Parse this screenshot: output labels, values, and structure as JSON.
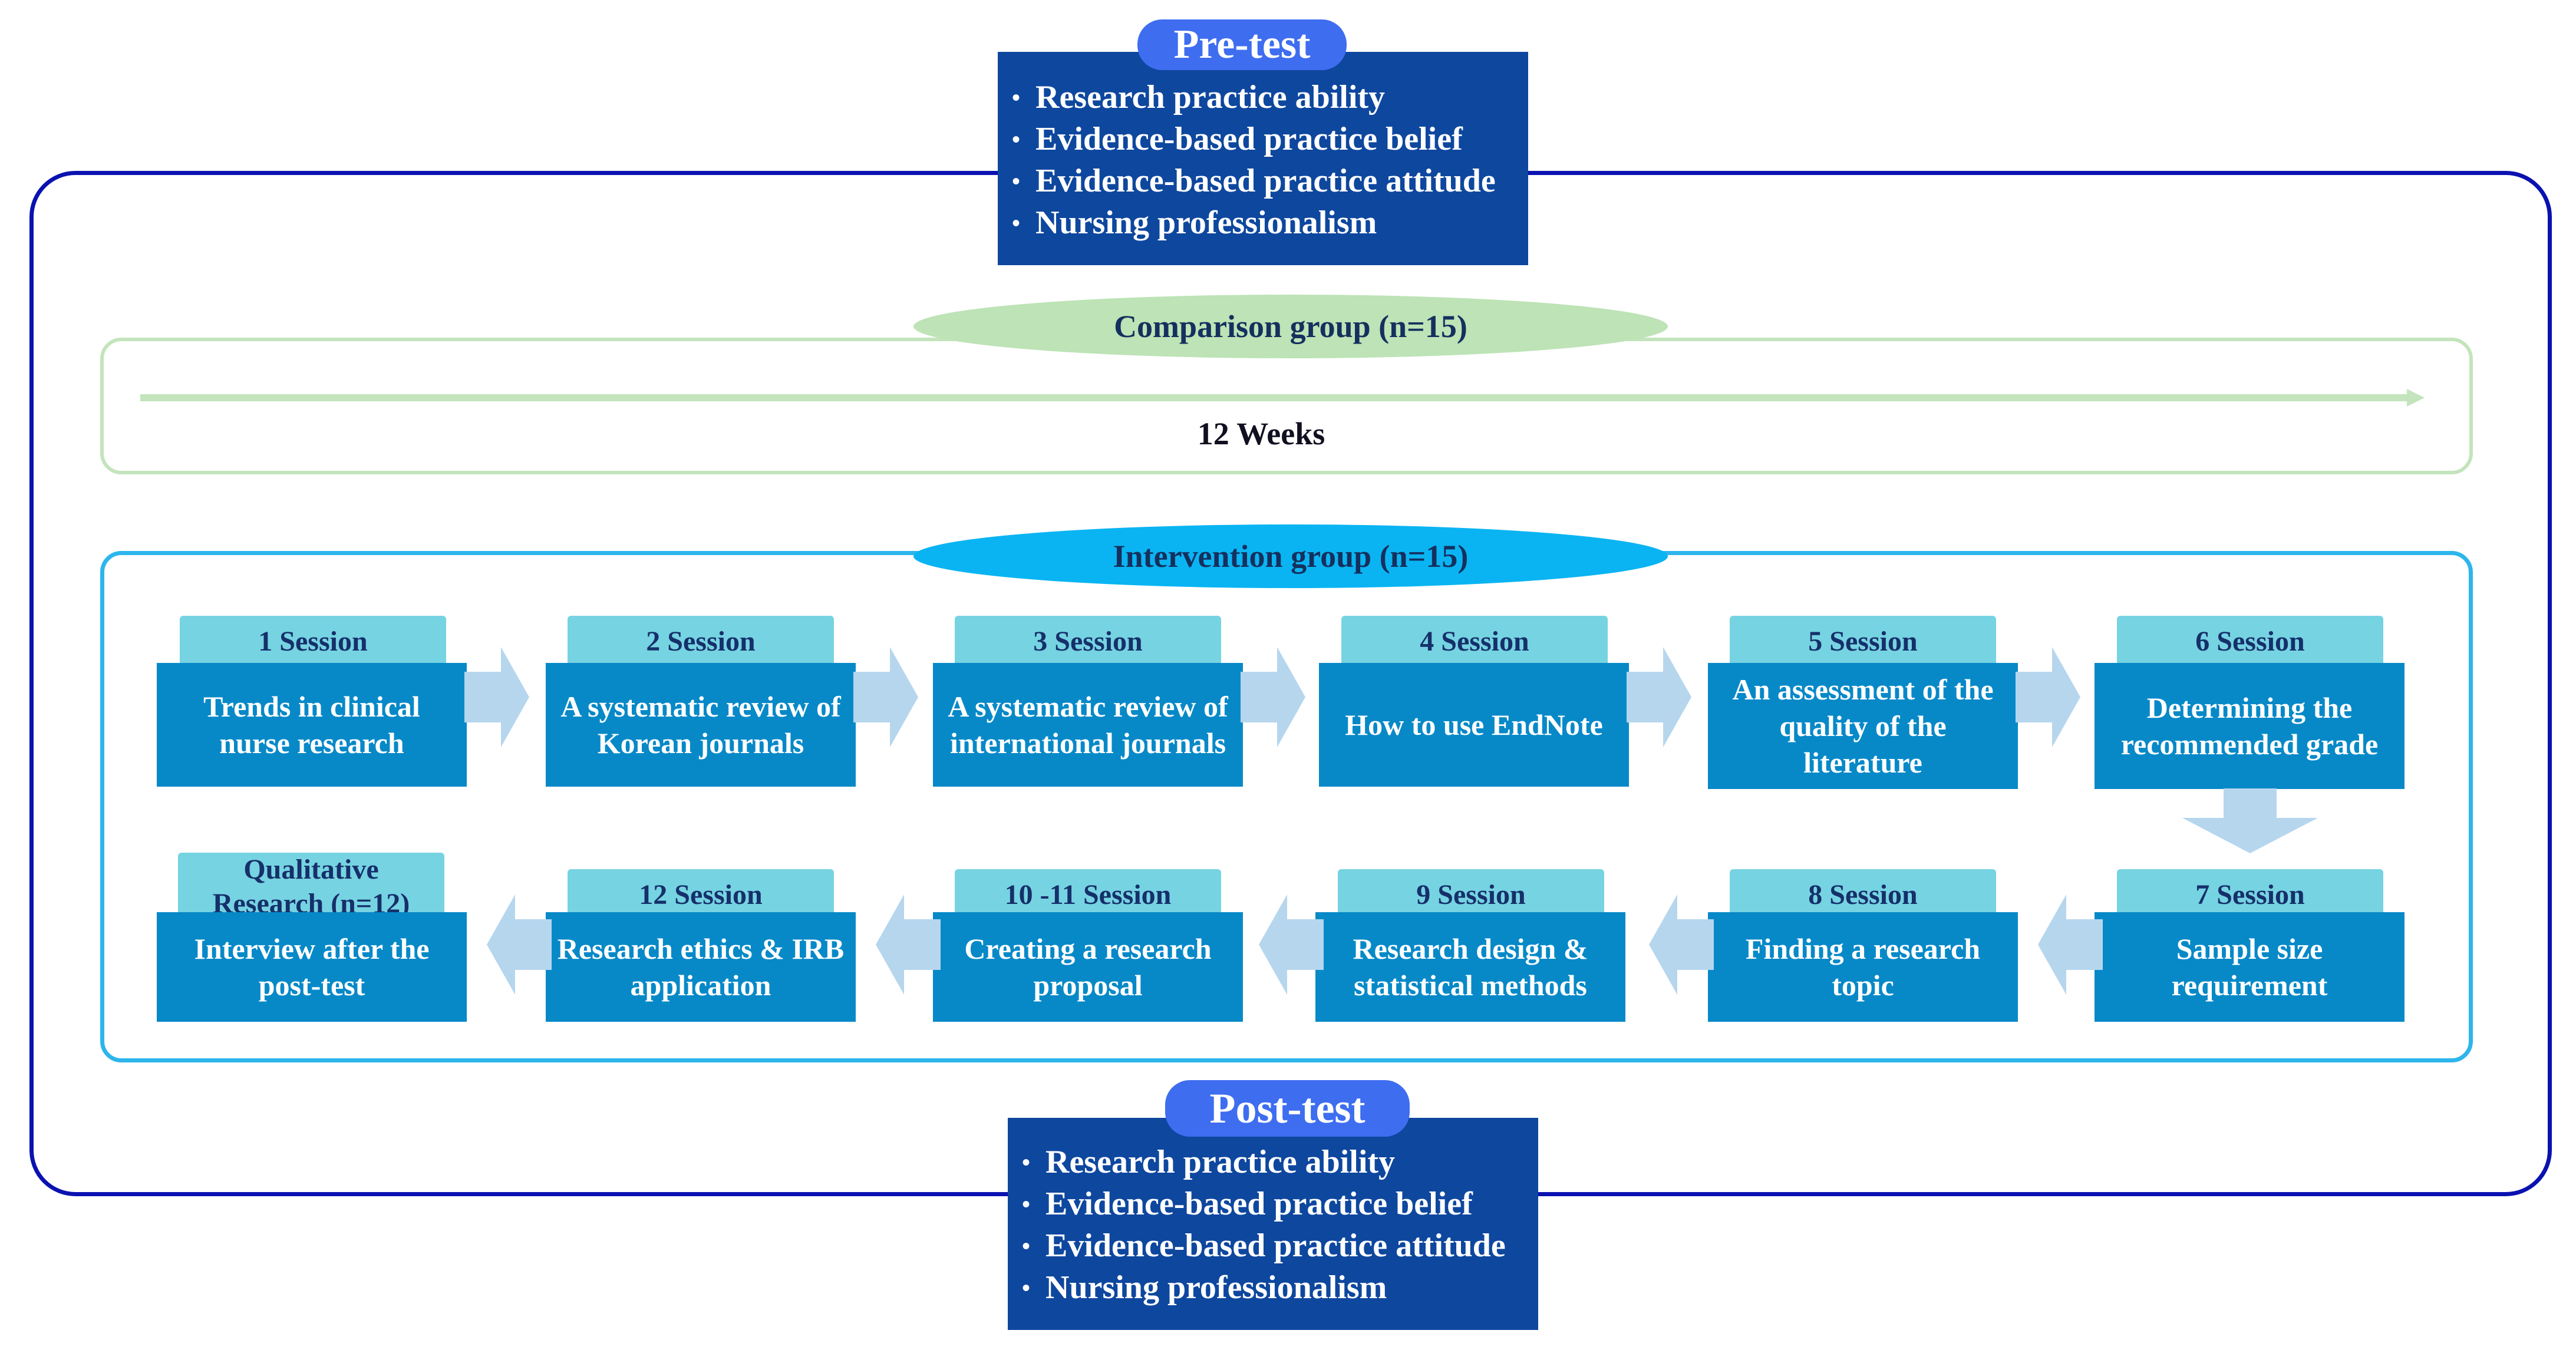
{
  "pre_test": {
    "title": "Pre-test",
    "items": [
      "Research practice ability",
      "Evidence-based practice belief",
      "Evidence-based practice attitude",
      "Nursing professionalism"
    ]
  },
  "post_test": {
    "title": "Post-test",
    "items": [
      "Research practice ability",
      "Evidence-based practice belief",
      "Evidence-based practice attitude",
      "Nursing professionalism"
    ]
  },
  "comparison_group": {
    "label": "Comparison group (n=15)",
    "duration": "12 Weeks"
  },
  "intervention_group": {
    "label": "Intervention group (n=15)",
    "sessions": [
      {
        "tab": "1 Session",
        "text": "Trends in clinical nurse research"
      },
      {
        "tab": "2 Session",
        "text": "A systematic review of Korean journals"
      },
      {
        "tab": "3 Session",
        "text": "A systematic review of international journals"
      },
      {
        "tab": "4 Session",
        "text": "How to use EndNote"
      },
      {
        "tab": "5 Session",
        "text": "An assessment of the quality of the literature"
      },
      {
        "tab": "6 Session",
        "text": "Determining the recommended grade"
      },
      {
        "tab": "7 Session",
        "text": "Sample size requirement"
      },
      {
        "tab": "8 Session",
        "text": "Finding a research topic"
      },
      {
        "tab": "9 Session",
        "text": "Research design & statistical methods"
      },
      {
        "tab": "10 -11 Session",
        "text": "Creating a research proposal"
      },
      {
        "tab": "12 Session",
        "text": "Research ethics & IRB application"
      },
      {
        "tab": "Qualitative Research (n=12)",
        "text": "Interview after the post-test"
      }
    ]
  },
  "colors": {
    "outer_frame": "#0a12b0",
    "test_box": "#0e479e",
    "test_pill": "#3e6df0",
    "comparison": "#c3e4bc",
    "intervention_frame": "#2db5ec",
    "intervention_ellipse": "#0ab4f2",
    "session_tab": "#76d3e2",
    "session_body": "#0789c8",
    "flow_arrow": "#b6d6ee"
  }
}
